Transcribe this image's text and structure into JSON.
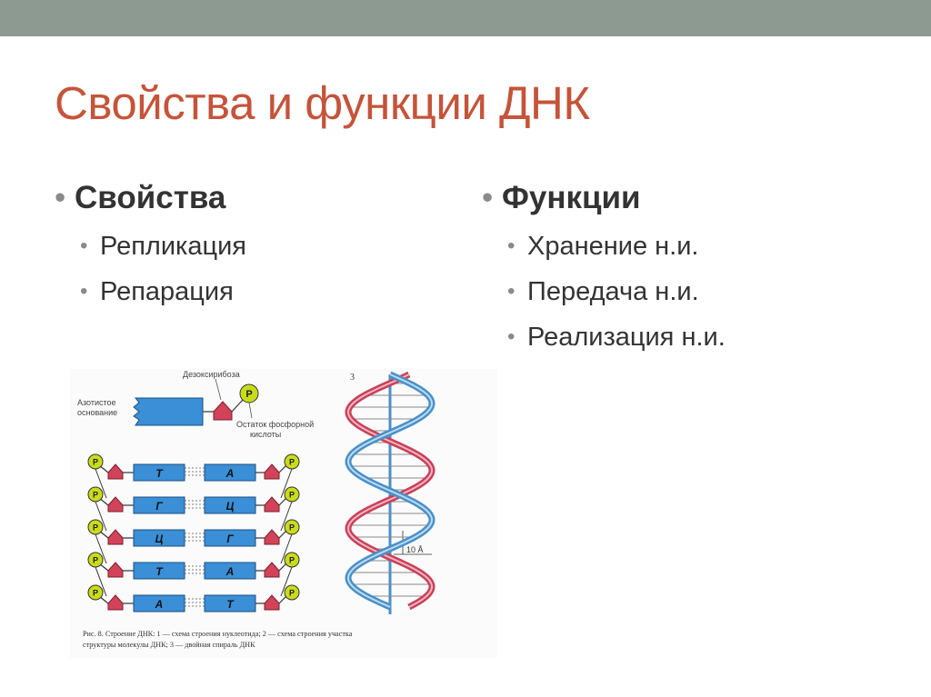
{
  "slide": {
    "title": "Свойства и функции ДНК",
    "properties": {
      "heading": "Свойства",
      "items": [
        "Репликация",
        "Репарация"
      ]
    },
    "functions": {
      "heading": "Функции",
      "items": [
        "Хранение н.и.",
        "Передача н.и.",
        "Реализация н.и."
      ]
    }
  },
  "figure": {
    "nucleotide_labels": {
      "deoxyribose": "Дезоксирибоза",
      "base_line1": "Азотистое",
      "base_line2": "основание",
      "phosphate_line1": "Остаток фосфорной",
      "phosphate_line2": "кислоты",
      "phosphate_symbol": "Р"
    },
    "pairs": [
      {
        "left": "Т",
        "right": "А"
      },
      {
        "left": "Г",
        "right": "Ц"
      },
      {
        "left": "Ц",
        "right": "Г"
      },
      {
        "left": "Т",
        "right": "А"
      },
      {
        "left": "А",
        "right": "Т"
      }
    ],
    "helix_number": "3",
    "helix_scale": "10 Å",
    "caption_line1": "Рис. 8. Строение ДНК: 1 — схема строения нуклеотида; 2 — схема строения участка",
    "caption_line2": "структуры молекулы ДНК; 3 — двойная спираль ДНК",
    "colors": {
      "base": "#3a8fd6",
      "sugar": "#d2435a",
      "phosphate": "#c9dc1a",
      "strand_red": "#c8415a",
      "strand_blue": "#4a90c8",
      "title": "#c5543a",
      "top_bar": "#8c9a92"
    }
  }
}
